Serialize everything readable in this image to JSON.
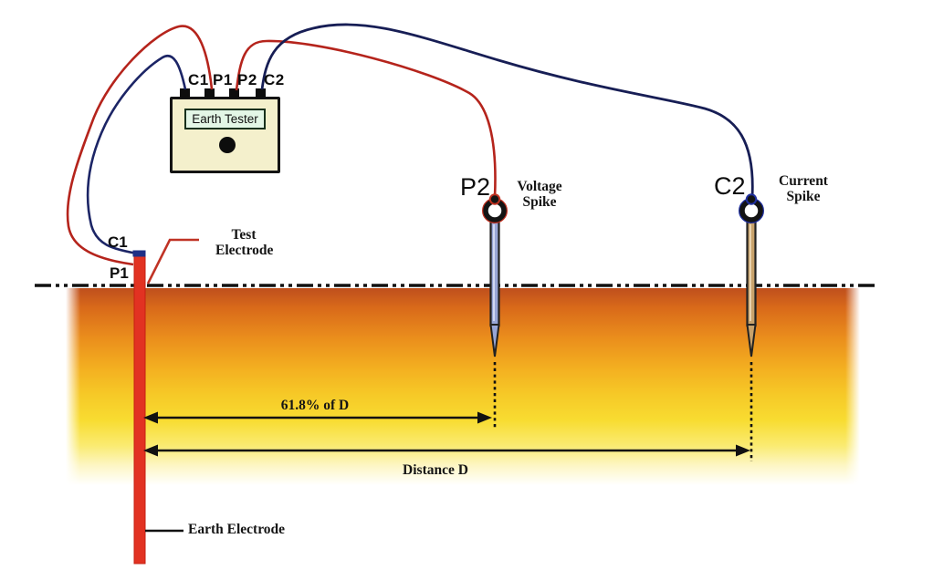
{
  "device": {
    "label": "Earth Tester",
    "terminals": [
      "C1",
      "P1",
      "P2",
      "C2"
    ]
  },
  "test_electrode": {
    "c1_label": "C1",
    "p1_label": "P1",
    "callout": "Test Electrode"
  },
  "spikes": {
    "p2": {
      "label": "P2",
      "caption": "Voltage Spike"
    },
    "c2": {
      "label": "C2",
      "caption": "Current Spike"
    }
  },
  "earth_electrode": {
    "callout": "Earth Electrode"
  },
  "dimensions": {
    "partial": "61.8% of D",
    "full": "Distance D"
  },
  "colors": {
    "wire_red": "#b5241c",
    "wire_blue": "#1c2566",
    "electrode_red": "#e23222",
    "device_body": "#f4f0cc",
    "device_display": "#e3f6e6",
    "ground_top": "#bf4f1d",
    "ground_mid": "#f6c927",
    "ground_bottom": "#ffffff",
    "voltage_rod": "#98a6d6",
    "current_rod": "#c8a26b"
  }
}
